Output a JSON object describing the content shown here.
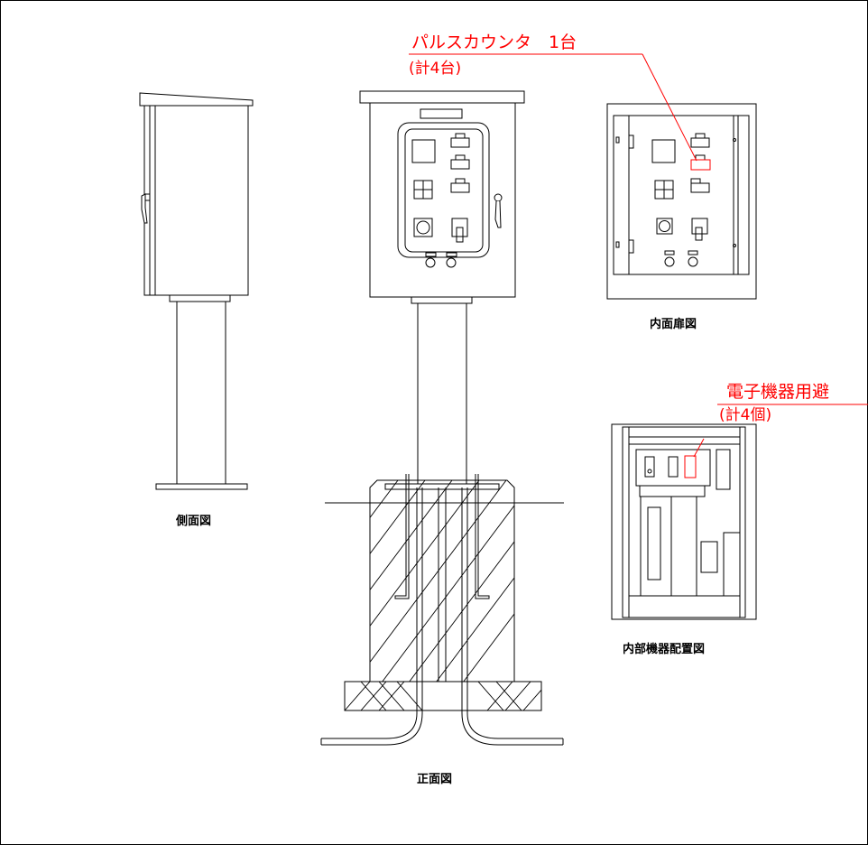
{
  "captions": {
    "side_view": "側面図",
    "front_view": "正面図",
    "inner_door_view": "内面扉図",
    "internal_layout_view": "内部機器配置図"
  },
  "annotations": {
    "pulse_counter": {
      "label": "パルスカウンタ　1台",
      "total": "(計4台)"
    },
    "surge_arrester": {
      "label": "電子機器用避",
      "total": "(計4個)"
    }
  },
  "colors": {
    "line": "#000000",
    "annotation": "#ff0000",
    "background": "#ffffff"
  }
}
